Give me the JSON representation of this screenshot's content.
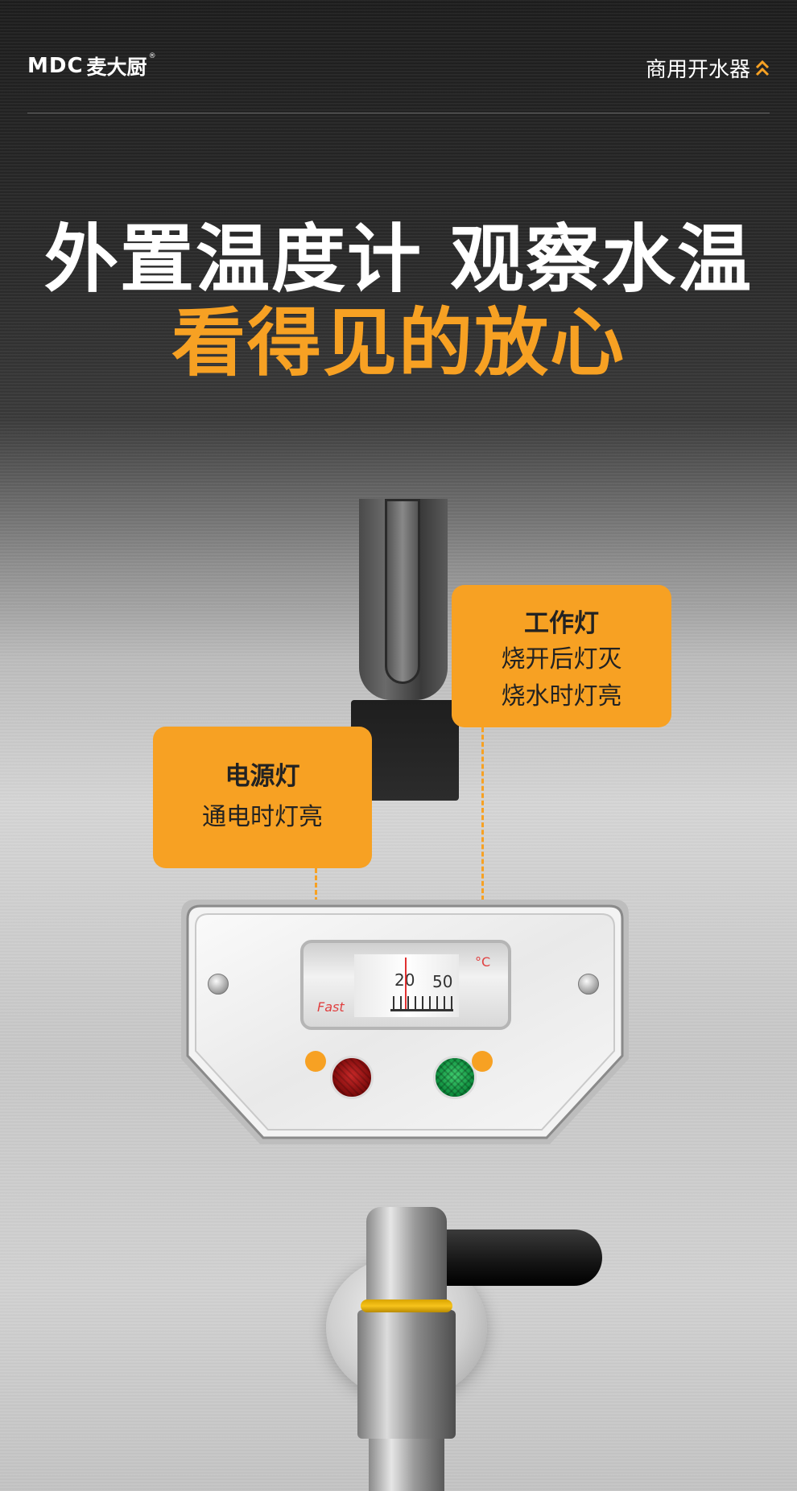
{
  "header": {
    "logo_mark": "MDC",
    "logo_cn": "麦大厨",
    "logo_reg": "®",
    "tagline": "商用开水器"
  },
  "headline": {
    "line1": "外置温度计 观察水温",
    "line2": "看得见的放心"
  },
  "callouts": {
    "power": {
      "title": "电源灯",
      "desc": "通电时灯亮"
    },
    "work": {
      "title": "工作灯",
      "desc_line1": "烧开后灯灭",
      "desc_line2": "烧水时灯亮"
    }
  },
  "gauge": {
    "tick_20": "20",
    "tick_50": "50",
    "unit": "°C",
    "brand": "Fast"
  },
  "colors": {
    "accent": "#f7a123",
    "headline_white": "#ffffff",
    "power_lamp": "#c82828",
    "work_lamp": "#1fa34a"
  },
  "icons": {
    "tagline_icon": "double-chevron-up-icon"
  }
}
